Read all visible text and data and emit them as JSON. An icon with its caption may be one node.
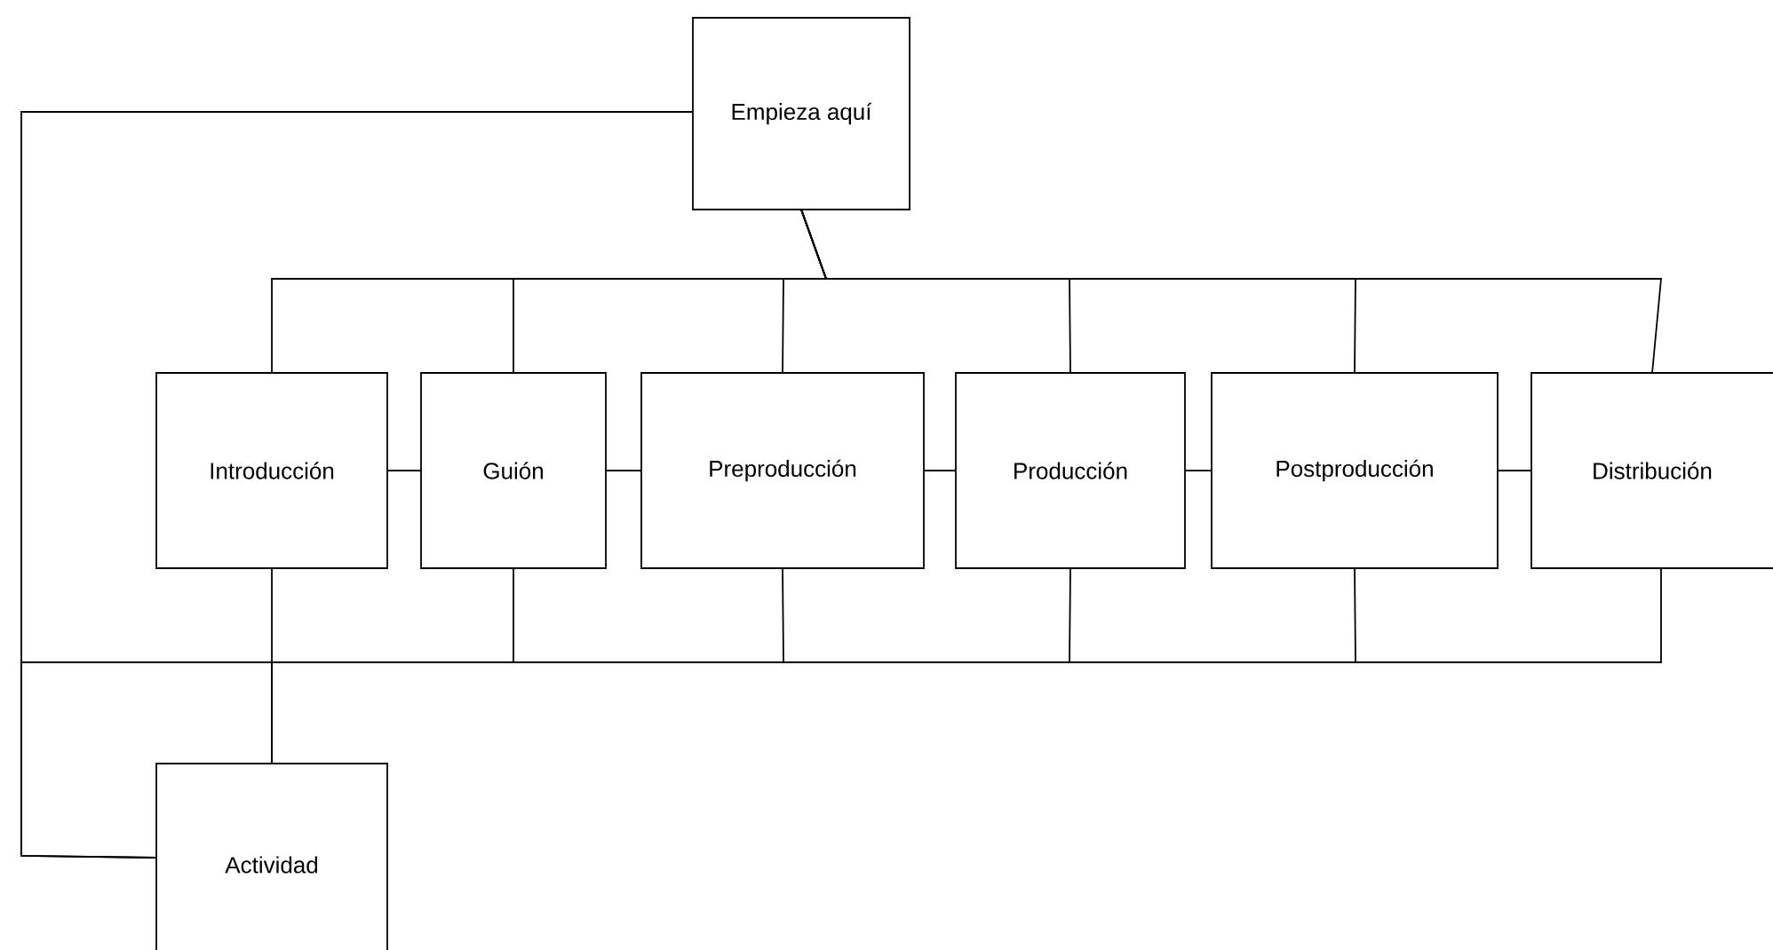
{
  "diagram": {
    "nodes": [
      {
        "text": [
          "Empieza aquí"
        ]
      },
      {
        "text": [
          "Introducción"
        ]
      },
      {
        "text": [
          "Guión"
        ]
      },
      {
        "text": [
          "Preproducción"
        ]
      },
      {
        "text": [
          "Producción"
        ]
      },
      {
        "text": [
          "Postproducción"
        ]
      },
      {
        "text": [
          "Distribución"
        ]
      },
      {
        "text": [
          "Actividad"
        ]
      }
    ],
    "edges": [
      {
        "from": 0,
        "to": 1,
        "arrow": "none"
      },
      {
        "from": 0,
        "to": 2,
        "arrow": "none"
      },
      {
        "from": 0,
        "to": 3,
        "arrow": "none"
      },
      {
        "from": 0,
        "to": 4,
        "arrow": "none"
      },
      {
        "from": 0,
        "to": 5,
        "arrow": "none"
      },
      {
        "from": 0,
        "to": 6,
        "arrow": "none"
      },
      {
        "from": 1,
        "to": 2,
        "arrow": "none"
      },
      {
        "from": 2,
        "to": 3,
        "arrow": "none"
      },
      {
        "from": 3,
        "to": 4,
        "arrow": "none"
      },
      {
        "from": 4,
        "to": 5,
        "arrow": "none"
      },
      {
        "from": 5,
        "to": 6,
        "arrow": "none"
      },
      {
        "from": 0,
        "to": 7,
        "arrow": "none"
      },
      {
        "from": 1,
        "to": 7,
        "arrow": "none"
      },
      {
        "from": 2,
        "to": 7,
        "arrow": "none"
      },
      {
        "from": 3,
        "to": 7,
        "arrow": "none"
      },
      {
        "from": 4,
        "to": 7,
        "arrow": "none"
      },
      {
        "from": 5,
        "to": 7,
        "arrow": "none"
      },
      {
        "from": 6,
        "to": 7,
        "arrow": "none"
      }
    ]
  }
}
